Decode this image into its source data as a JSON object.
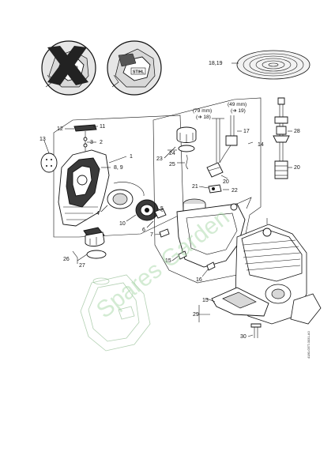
{
  "callouts": {
    "c1": "1",
    "c2": "2",
    "c3": "3",
    "c4": "4",
    "c5": "5",
    "c6": "6",
    "c7": "7",
    "c8_9": "8, 9",
    "c10": "10",
    "c11": "11",
    "c12": "12",
    "c13": "13",
    "c14": "14",
    "c15a": "15",
    "c15b": "15",
    "c16": "16",
    "c17": "17",
    "c18_19": "18,19",
    "c20a": "20",
    "c20b": "20",
    "c21": "21",
    "c22": "22",
    "c23": "23",
    "c24": "24",
    "c25": "25",
    "c26": "26",
    "c27": "27",
    "c28": "28",
    "c29": "29",
    "c30": "30"
  },
  "dimensions": {
    "left_length": "(79 mm)",
    "left_ref": "(➔ 18)",
    "right_length": "(49 mm)",
    "right_ref": "(➔ 19)"
  },
  "icons": {
    "crossed_out_model": "x-mark-icon",
    "brand_mark": "STIHL"
  },
  "watermark": "Spares Garden",
  "drawing_reference": "4180-GET-0031-A0"
}
